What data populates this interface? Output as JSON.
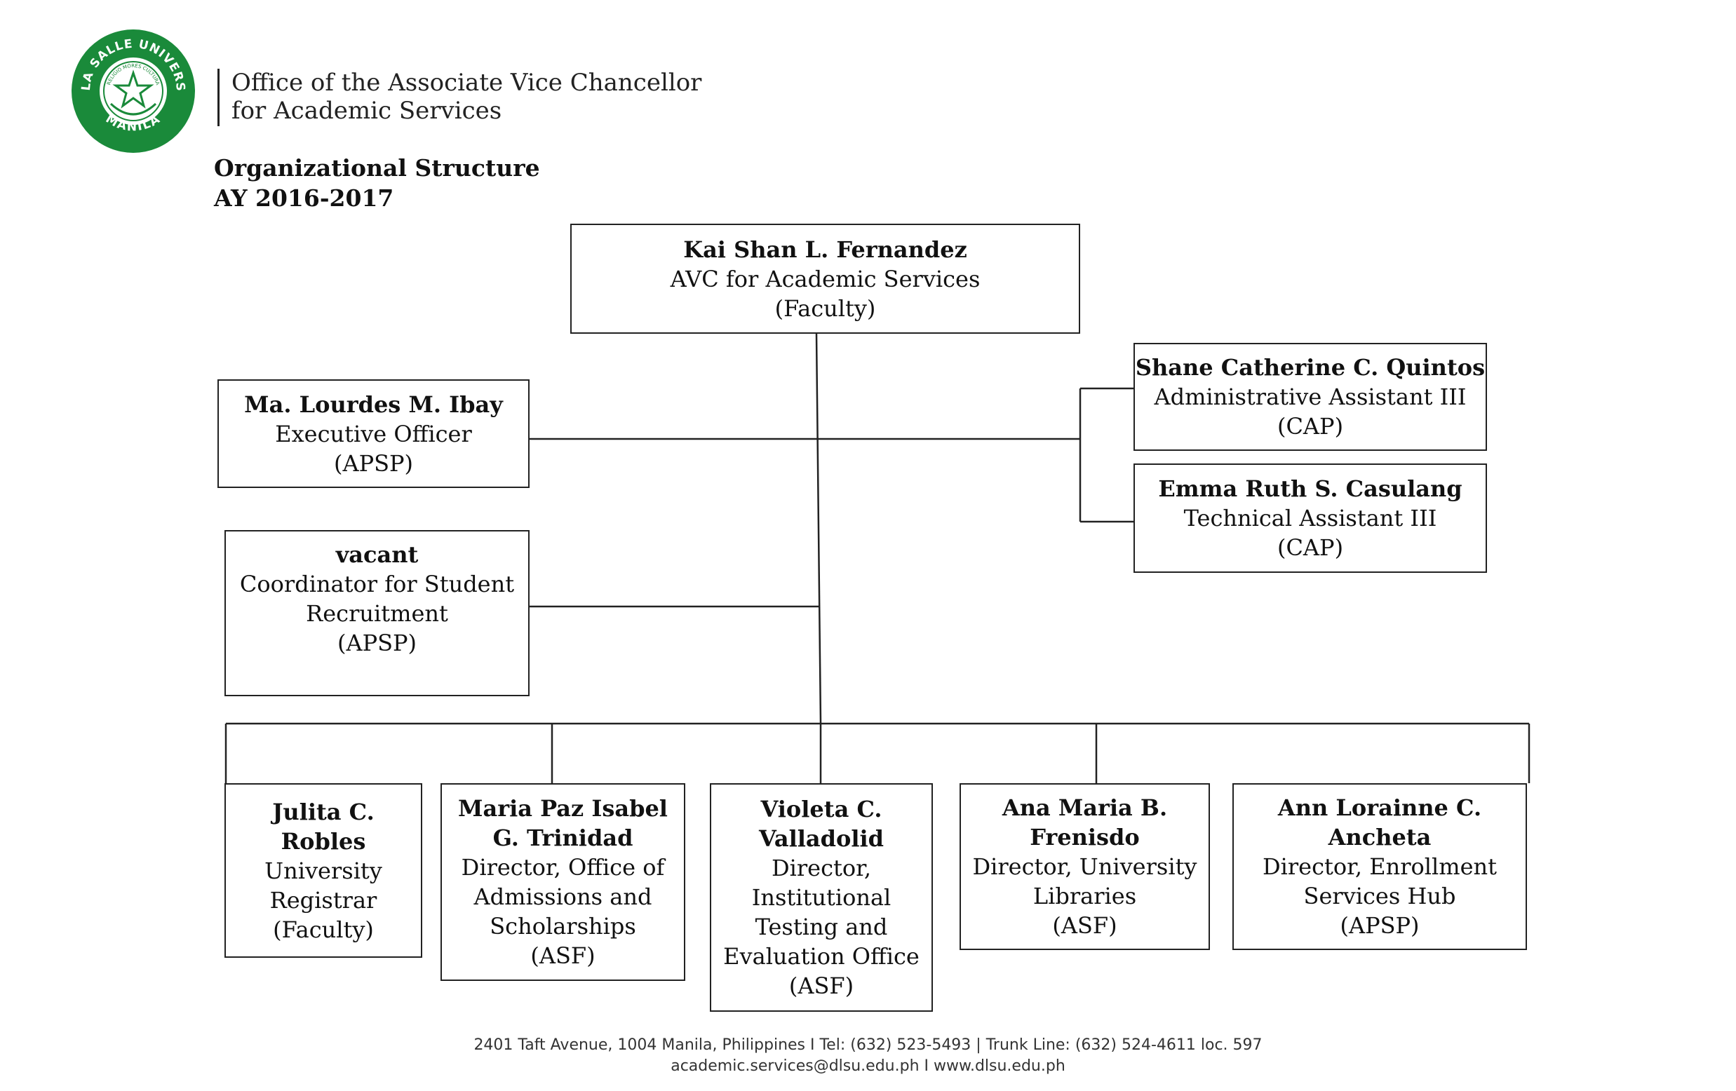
{
  "header": {
    "office_line1": "Office of the Associate Vice Chancellor",
    "office_line2": "for Academic Services",
    "logo": {
      "icon": "de-la-salle-university-seal",
      "text_top": "DE LA SALLE UNIVERSITY",
      "text_bottom": "MANILA",
      "motto": "RELIGIO MORES CULTURA",
      "color": "#1a8a3a"
    }
  },
  "title": {
    "line1": "Organizational Structure",
    "line2": "AY 2016-2017"
  },
  "nodes": {
    "head": {
      "name": "Kai Shan L. Fernandez",
      "role": "AVC for Academic Services",
      "unit": "(Faculty)"
    },
    "exec_officer": {
      "name": "Ma. Lourdes M. Ibay",
      "role": "Executive Officer",
      "unit": "(APSP)"
    },
    "coordinator": {
      "name": "vacant",
      "role_line1": "Coordinator for Student",
      "role_line2": "Recruitment",
      "unit": "(APSP)"
    },
    "admin_asst": {
      "name": "Shane Catherine C. Quintos",
      "role": "Administrative Assistant III",
      "unit": "(CAP)"
    },
    "tech_asst": {
      "name": "Emma Ruth S. Casulang",
      "role": "Technical Assistant III",
      "unit": "(CAP)"
    },
    "registrar": {
      "name_line1": "Julita C.",
      "name_line2": "Robles",
      "role_line1": "University",
      "role_line2": "Registrar",
      "unit": "(Faculty)"
    },
    "admissions": {
      "name_line1": "Maria Paz Isabel",
      "name_line2": "G. Trinidad",
      "role_line1": "Director, Office of",
      "role_line2": "Admissions and",
      "role_line3": "Scholarships",
      "unit": "(ASF)"
    },
    "testing": {
      "name_line1": "Violeta C.",
      "name_line2": "Valladolid",
      "role_line1": "Director,",
      "role_line2": "Institutional",
      "role_line3": "Testing and",
      "role_line4": "Evaluation Office",
      "unit": "(ASF)"
    },
    "libraries": {
      "name_line1": "Ana Maria B.",
      "name_line2": "Frenisdo",
      "role_line1": "Director, University",
      "role_line2": "Libraries",
      "unit": "(ASF)"
    },
    "enrollment": {
      "name_line1": "Ann Lorainne C.",
      "name_line2": "Ancheta",
      "role_line1": "Director, Enrollment",
      "role_line2": "Services Hub",
      "unit": "(APSP)"
    }
  },
  "footer": {
    "line1": "2401 Taft Avenue, 1004 Manila, Philippines I Tel: (632) 523-5493 | Trunk Line: (632) 524-4611 loc. 597",
    "line2": "academic.services@dlsu.edu.ph I www.dlsu.edu.ph"
  }
}
